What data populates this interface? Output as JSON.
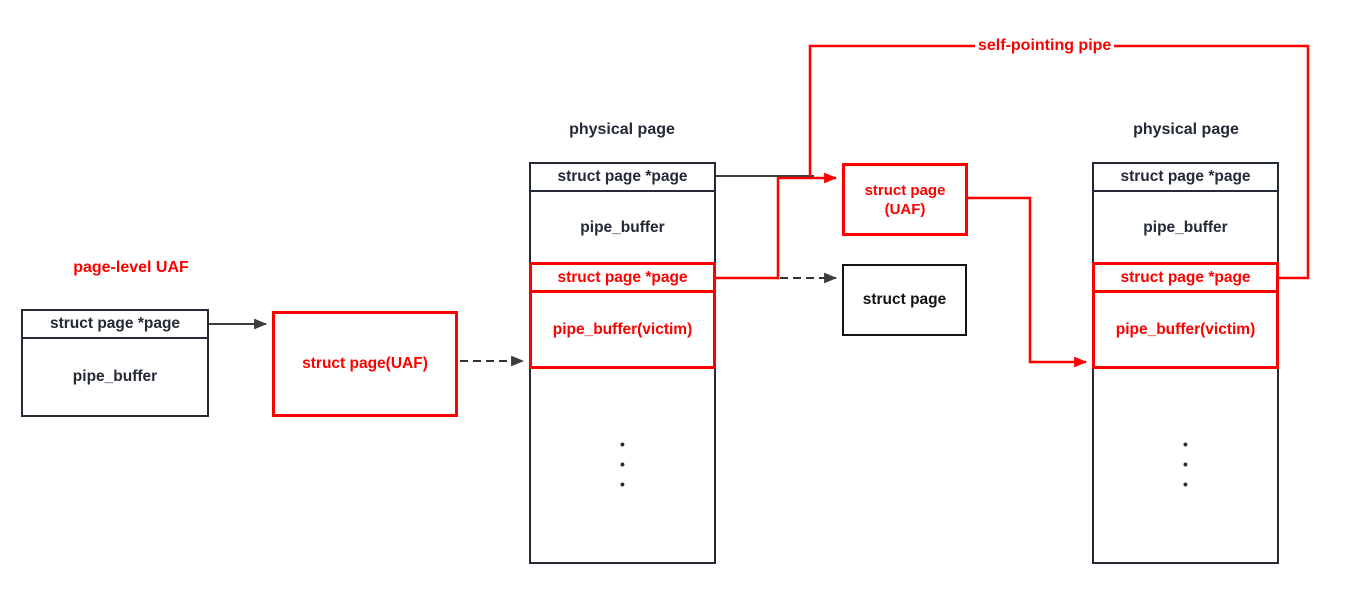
{
  "colors": {
    "red": "#fe0000",
    "dark": "#242a35",
    "arrow_black": "#3d3d3d"
  },
  "top_label": "self-pointing pipe",
  "left_group": {
    "title": "page-level UAF",
    "row1": "struct page *page",
    "row2": "pipe_buffer"
  },
  "left_uaf_box": {
    "label": "struct page(UAF)"
  },
  "mid_column": {
    "title": "physical page",
    "row1": "struct page *page",
    "row2": "pipe_buffer",
    "row3": "struct page *page",
    "row4": "pipe_buffer(victim)",
    "dot": "•"
  },
  "uaf_box": {
    "line1": "struct page",
    "line2": "(UAF)"
  },
  "struct_page_box": {
    "label": "struct page"
  },
  "right_column": {
    "title": "physical page",
    "row1": "struct page *page",
    "row2": "pipe_buffer",
    "row3": "struct page *page",
    "row4": "pipe_buffer(victim)",
    "dot": "•"
  }
}
